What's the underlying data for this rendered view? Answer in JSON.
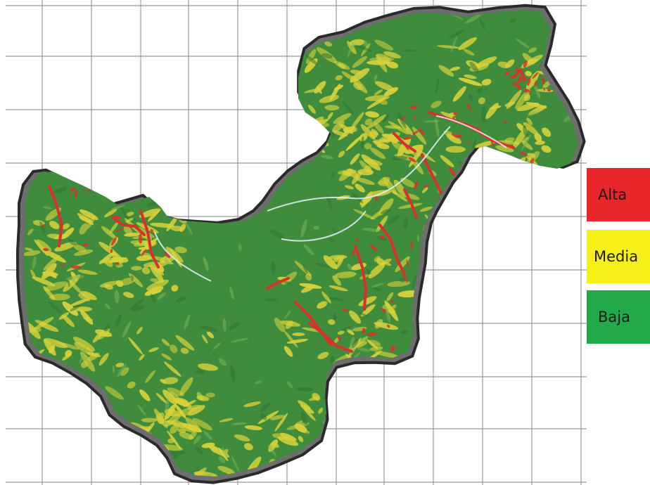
{
  "map": {
    "legend": [
      {
        "key": "high",
        "label": "Alta",
        "color": "#e8262c"
      },
      {
        "key": "medium",
        "label": "Media",
        "color": "#f7ef19"
      },
      {
        "key": "low",
        "label": "Baja",
        "color": "#21a94a"
      }
    ],
    "colors": {
      "background": "#ffffff",
      "grid": "#9a9a9a",
      "terrain_low": "#3f8d3c",
      "terrain_medium": "#d8d23a",
      "terrain_high": "#d9312a",
      "river": "#dff1ff",
      "shadow_border": "#6e6e6e"
    }
  }
}
